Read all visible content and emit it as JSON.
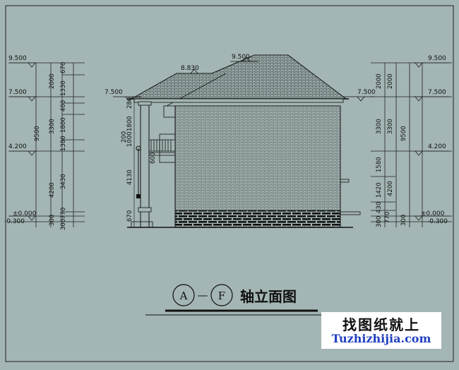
{
  "levels": {
    "top": "9.500",
    "upper": "7.500",
    "middle": "4.200",
    "ground": "±0.000",
    "grade": "-0.300",
    "ridge": "8.830"
  },
  "left_dims": {
    "overall": "9500",
    "first_floor": "4200",
    "second_floor": "3300",
    "roof": "2000",
    "plinth": "300",
    "seg_670": "670",
    "seg_1330": "1330",
    "seg_400": "400",
    "seg_1800": "1800",
    "seg_1380": "1380",
    "seg_3430": "3430",
    "seg_770": "770",
    "seg_300b": "300"
  },
  "right_dims": {
    "overall": "9500",
    "first_floor": "4200",
    "second_floor": "3300",
    "roof": "2000",
    "plinth": "300",
    "seg_1580": "1580",
    "seg_1420": "1420",
    "seg_430": "430",
    "seg_770": "770",
    "seg_300b": "300"
  },
  "building_dims": {
    "d280": "280",
    "d1800": "1800",
    "d200": "200",
    "d1000": "1000",
    "d600": "600",
    "d4130": "4130",
    "d670": "670"
  },
  "title": {
    "axis_a": "A",
    "dash": "—",
    "axis_f": "F",
    "text": "轴立面图"
  },
  "watermark": {
    "cn": "找图纸就上",
    "en": "Tuzhizhijia.com"
  },
  "colors": {
    "background": "#a3b5b4",
    "line": "#111111",
    "link": "#1f3fbf"
  }
}
